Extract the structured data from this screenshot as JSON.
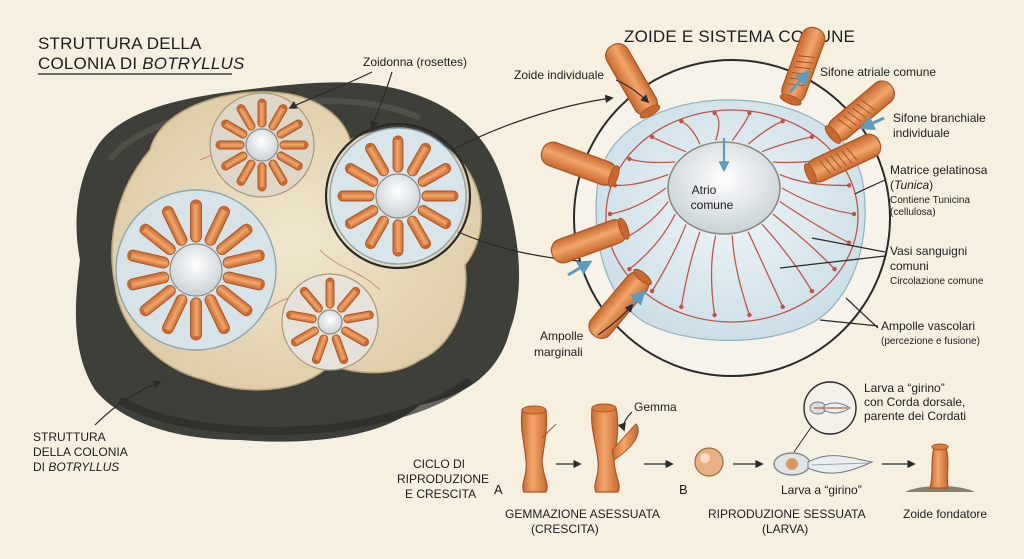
{
  "left_panel": {
    "title_line1": "STRUTTURA DELLA",
    "title_line2_prefix": "COLONIA DI ",
    "title_line2_italic": "BOTRYLLUS",
    "label_zoidonna": "Zoidonna (rosettes)",
    "caption_line1": "STRUTTURA",
    "caption_line2": "DELLA COLONIA",
    "caption_line3_prefix": "DI ",
    "caption_line3_italic": "BOTRYLLUS"
  },
  "right_panel": {
    "title": "ZOIDE E SISTEMA COMUNE",
    "zoide_individuale": "Zoide individuale",
    "sifone_atriale": "Sifone atriale comune",
    "sifone_branchiale_line1": "Sifone branchiale",
    "sifone_branchiale_line2": "individuale",
    "matrice_line1": "Matrice gelatinosa",
    "matrice_line2_italic": "Tunica",
    "matrice_line3": "Contiene Tunicina",
    "matrice_line4": "(cellulosa)",
    "atrio_line1": "Atrio",
    "atrio_line2": "comune",
    "vasi_line1": "Vasi sanguigni",
    "vasi_line2": "comuni",
    "vasi_line3": "Circolazione comune",
    "ampolle_marginali_line1": "Ampolle",
    "ampolle_marginali_line2": "marginali",
    "ampolle_vascolari_line1": "Ampolle vascolari",
    "ampolle_vascolari_line2": "(percezione e fusione)"
  },
  "bottom_panel": {
    "ciclo_line1": "CICLO DI",
    "ciclo_line2": "RIPRODUZIONE",
    "ciclo_line3": "E CRESCITA",
    "label_a": "A",
    "label_b": "B",
    "gemma": "Gemma",
    "gemmazione_line1": "GEMMAZIONE ASESSUATA",
    "gemmazione_line2": "(CRESCITA)",
    "larva_inset_line1": "Larva a “girino”",
    "larva_inset_line2": "con Corda dorsale,",
    "larva_inset_line3": "parente dei Cordati",
    "larva_label": "Larva a “girino”",
    "riproduzione_line1": "RIPRODUZIONE SESSUATA",
    "riproduzione_line2": "(LARVA)",
    "zoide_fondatore": "Zoide fondatore"
  },
  "colors": {
    "background": "#f6f0e0",
    "rock": "#3d3d38",
    "tunic": "#e9dcc0",
    "zooid": "#ec9a5c",
    "vessel": "#c0392b",
    "water": "#cfe2ea",
    "arrow_blue": "#6aa6c6"
  }
}
